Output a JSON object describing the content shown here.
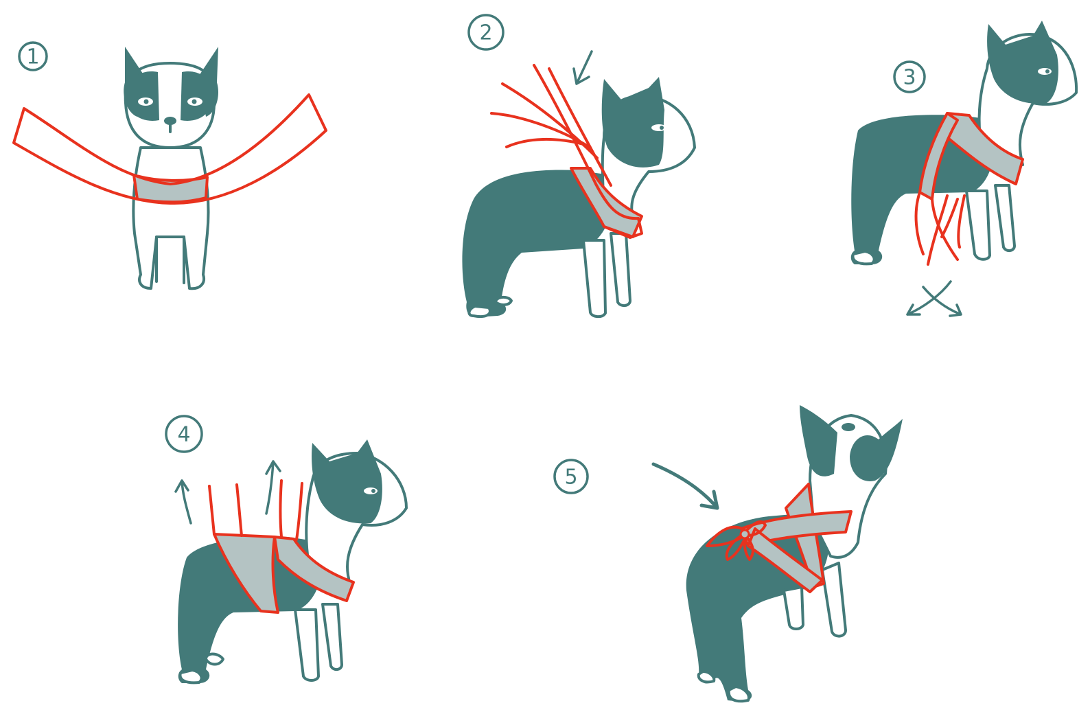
{
  "steps": [
    {
      "number": "1"
    },
    {
      "number": "2"
    },
    {
      "number": "3"
    },
    {
      "number": "4"
    },
    {
      "number": "5"
    }
  ],
  "colors": {
    "dog": "#437a79",
    "ribbon": "#e8321e",
    "ribbon_fill": "#b4c3c3",
    "background": "#ffffff"
  }
}
